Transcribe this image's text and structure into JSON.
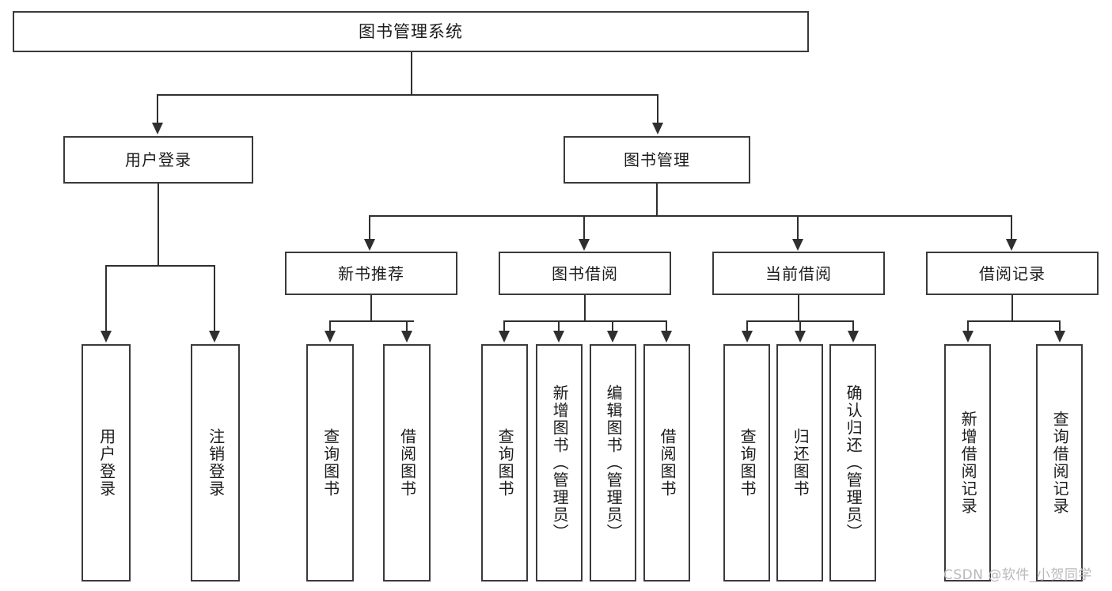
{
  "diagram": {
    "title": "图书管理系统",
    "watermark": "CSDN @软件_小贺同学",
    "line_color": "#2f2f2f",
    "box_border_color": "#3a3a3a",
    "text_color": "#1c1c1c",
    "background": "#ffffff",
    "watermark_color": "#b9b9b9"
  },
  "nodes": {
    "root": {
      "label": "图书管理系统"
    },
    "level2": [
      {
        "label": "用户登录"
      },
      {
        "label": "图书管理"
      }
    ],
    "level3": [
      {
        "label": "新书推荐"
      },
      {
        "label": "图书借阅"
      },
      {
        "label": "当前借阅"
      },
      {
        "label": "借阅记录"
      }
    ],
    "leaves": {
      "user_login": [
        {
          "label": "用户登录"
        },
        {
          "label": "注销登录"
        }
      ],
      "new_book_recommend": [
        {
          "label": "查询图书"
        },
        {
          "label": "借阅图书"
        }
      ],
      "book_borrow": [
        {
          "label": "查询图书"
        },
        {
          "label": "新增图书（管理员）"
        },
        {
          "label": "编辑图书（管理员）"
        },
        {
          "label": "借阅图书"
        }
      ],
      "current_borrow": [
        {
          "label": "查询图书"
        },
        {
          "label": "归还图书"
        },
        {
          "label": "确认归还（管理员）"
        }
      ],
      "borrow_record": [
        {
          "label": "新增借阅记录"
        },
        {
          "label": "查询借阅记录"
        }
      ]
    }
  },
  "chart_data": {
    "type": "tree",
    "title": "图书管理系统",
    "root": "图书管理系统",
    "edges": [
      [
        "图书管理系统",
        "用户登录"
      ],
      [
        "图书管理系统",
        "图书管理"
      ],
      [
        "用户登录",
        "用户登录"
      ],
      [
        "用户登录",
        "注销登录"
      ],
      [
        "图书管理",
        "新书推荐"
      ],
      [
        "图书管理",
        "图书借阅"
      ],
      [
        "图书管理",
        "当前借阅"
      ],
      [
        "图书管理",
        "借阅记录"
      ],
      [
        "新书推荐",
        "查询图书"
      ],
      [
        "新书推荐",
        "借阅图书"
      ],
      [
        "图书借阅",
        "查询图书"
      ],
      [
        "图书借阅",
        "新增图书（管理员）"
      ],
      [
        "图书借阅",
        "编辑图书（管理员）"
      ],
      [
        "图书借阅",
        "借阅图书"
      ],
      [
        "当前借阅",
        "查询图书"
      ],
      [
        "当前借阅",
        "归还图书"
      ],
      [
        "当前借阅",
        "确认归还（管理员）"
      ],
      [
        "借阅记录",
        "新增借阅记录"
      ],
      [
        "借阅记录",
        "查询借阅记录"
      ]
    ]
  }
}
